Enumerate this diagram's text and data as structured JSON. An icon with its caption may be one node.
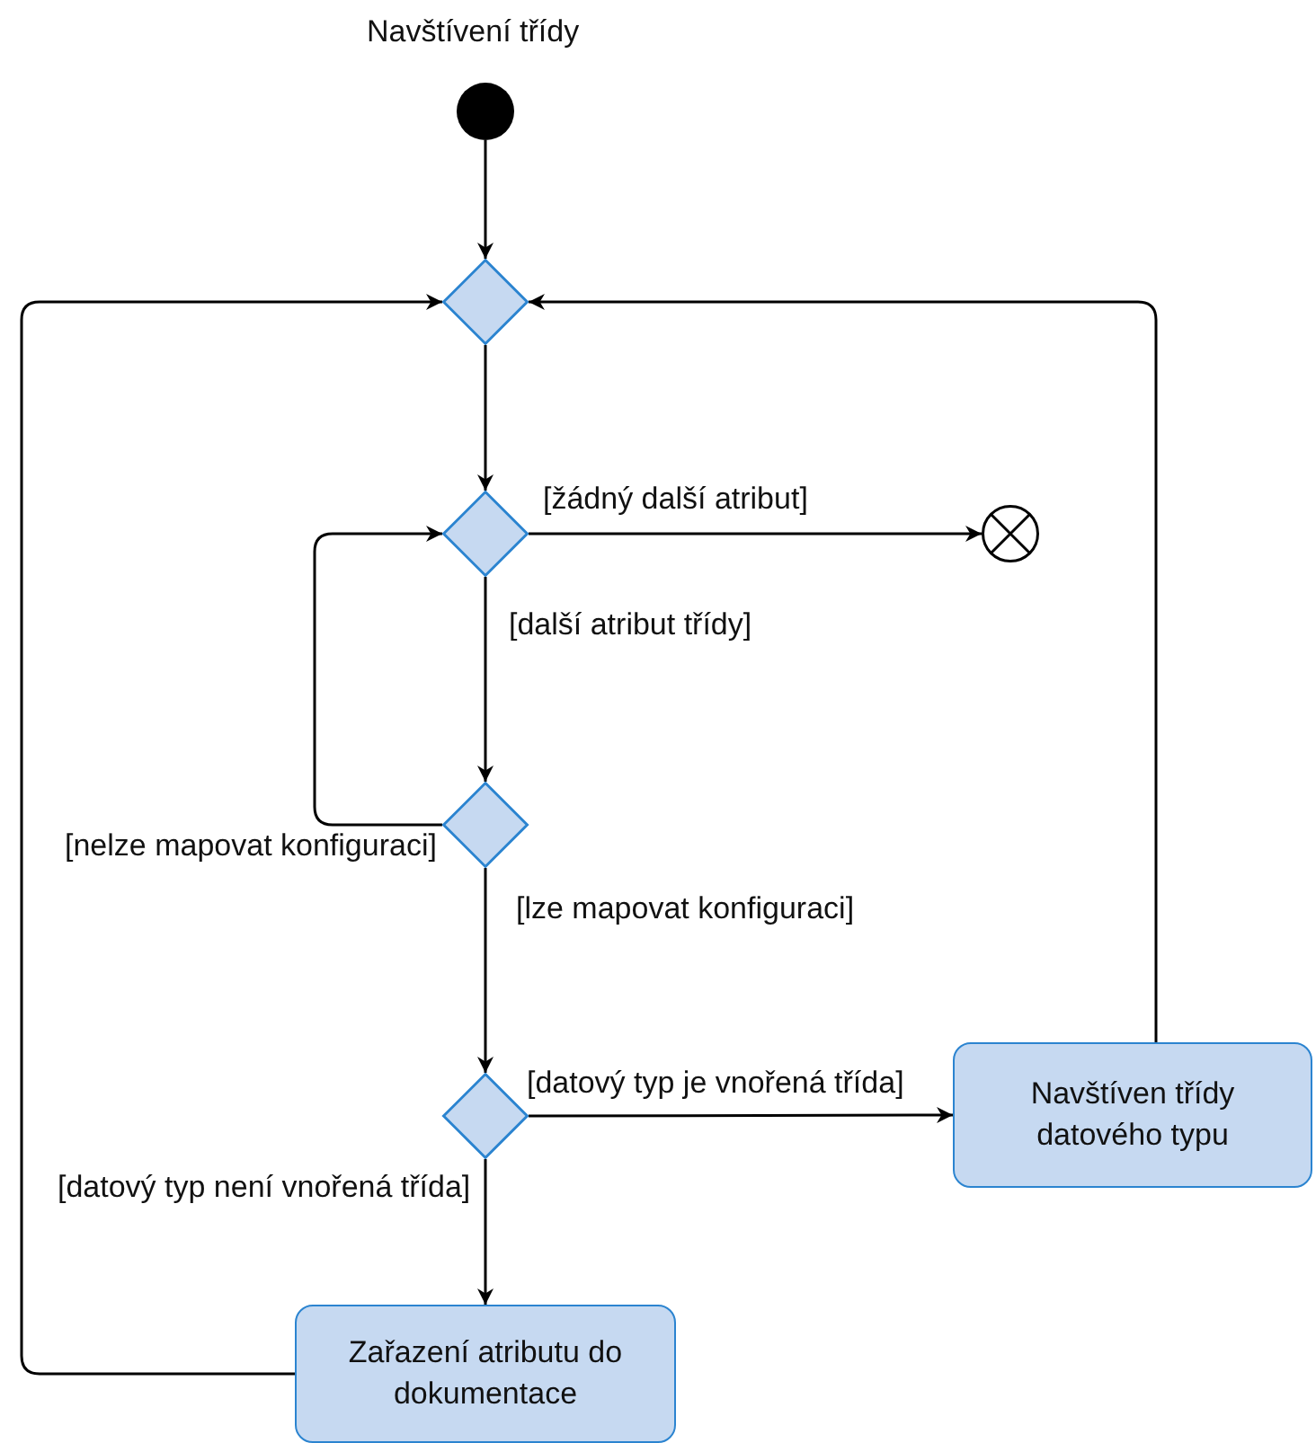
{
  "diagram": {
    "nodes": [
      {
        "text": [],
        "shape": "circle",
        "beside": [
          "Navštívení třídy"
        ]
      },
      {
        "text": [],
        "shape": "diamond"
      },
      {
        "text": [],
        "shape": "diamond"
      },
      {
        "text": [],
        "shape": "diamond"
      },
      {
        "text": [],
        "shape": "diamond"
      },
      {
        "text": [],
        "shape": "circle"
      },
      {
        "text": [
          "Navštíven třídy datového typu"
        ]
      },
      {
        "text": [
          "Zařazení atributu do dokumentace"
        ]
      }
    ],
    "edges": [
      {
        "from": 0,
        "to": 1,
        "arrow": "to"
      },
      {
        "from": 1,
        "to": 2,
        "arrow": "to"
      },
      {
        "from": 2,
        "to": 5,
        "arrow": "to",
        "label": "[žádný další atribut]"
      },
      {
        "from": 2,
        "to": 3,
        "arrow": "to",
        "label": "[další atribut třídy]"
      },
      {
        "from": 3,
        "to": 2,
        "arrow": "to",
        "label": "[nelze mapovat konfiguraci]"
      },
      {
        "from": 3,
        "to": 4,
        "arrow": "to",
        "label": "[lze mapovat konfiguraci]"
      },
      {
        "from": 4,
        "to": 6,
        "arrow": "to",
        "label": "[datový typ je vnořená třída]"
      },
      {
        "from": 4,
        "to": 7,
        "arrow": "to",
        "label": "[datový typ není vnořená třída]"
      },
      {
        "from": 6,
        "to": 1,
        "arrow": "to"
      },
      {
        "from": 7,
        "to": 1,
        "arrow": "to"
      }
    ]
  }
}
